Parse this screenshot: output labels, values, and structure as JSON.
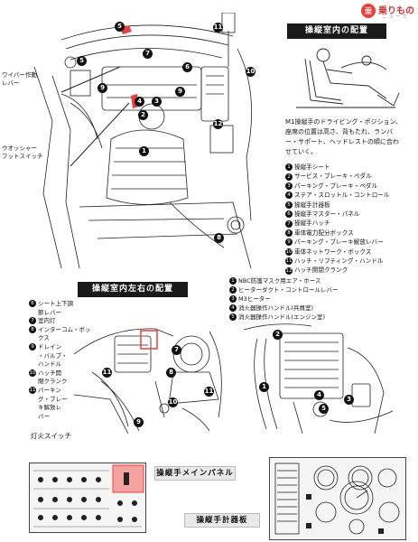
{
  "logo": {
    "main": "乗りもの",
    "sub": "ニュース"
  },
  "top": {
    "header": "操縦室内の配置",
    "wiper_label": "ワイパー作動\nレバー",
    "washer_label": "ウオッシャー\nフットスイッチ",
    "intro": "M1操縦手のドライビング・ポジション、座席の位置は高さ、背もたれ、ランバー・サポート、ヘッドレストの順に合わせていく。",
    "legend": [
      {
        "n": "1",
        "text": "操縦手シート"
      },
      {
        "n": "2",
        "text": "サービス・ブレーキ・ペダル"
      },
      {
        "n": "3",
        "text": "パーキング・ブレーキ・ペダル"
      },
      {
        "n": "4",
        "text": "ステア・スロットル・コントロール"
      },
      {
        "n": "5",
        "text": "操縦手計器板"
      },
      {
        "n": "6",
        "text": "操縦手マスター・パネル"
      },
      {
        "n": "7",
        "text": "操縦手ハッチ"
      },
      {
        "n": "8",
        "text": "車体電力配分ボックス"
      },
      {
        "n": "9",
        "text": "パーキング・ブレーキ解放レバー"
      },
      {
        "n": "10",
        "text": "車体ネットワーク・ボックス"
      },
      {
        "n": "11",
        "text": "ハッチ・リフティング・ハンドル"
      },
      {
        "n": "12",
        "text": "ハッチ開閉クランク"
      }
    ]
  },
  "bottom": {
    "header": "操縦室内左右の配置",
    "left_legend": [
      {
        "n": "6",
        "text": "シート上下調\n節レバー"
      },
      {
        "n": "7",
        "text": "室内灯"
      },
      {
        "n": "8",
        "text": "インターコム・ボッ\nクス"
      },
      {
        "n": "9",
        "text": "ドレイン\n・バルブ・\nハンドル"
      },
      {
        "n": "10",
        "text": "ハッチ開\n閉クランク"
      },
      {
        "n": "11",
        "text": "パーキン\nグ・ブレー\nキ解放レ\nバー"
      }
    ],
    "right_legend": [
      {
        "n": "1",
        "text": "NBC防護マスク用エア・ホース"
      },
      {
        "n": "2",
        "text": "ヒーターダクト・コントロールレバー"
      },
      {
        "n": "3",
        "text": "M3ヒーター"
      },
      {
        "n": "4",
        "text": "消火器操作ハンドル(兵員室)"
      },
      {
        "n": "5",
        "text": "消火器操作ハンドル(エンジン室)"
      }
    ],
    "ignition_label": "灯火スイッチ",
    "main_panel_label": "操縦手メインパネル",
    "gauge_panel_label": "操縦手計器板"
  },
  "colors": {
    "highlight": "#e8413c",
    "header": "#1a1a1a"
  }
}
